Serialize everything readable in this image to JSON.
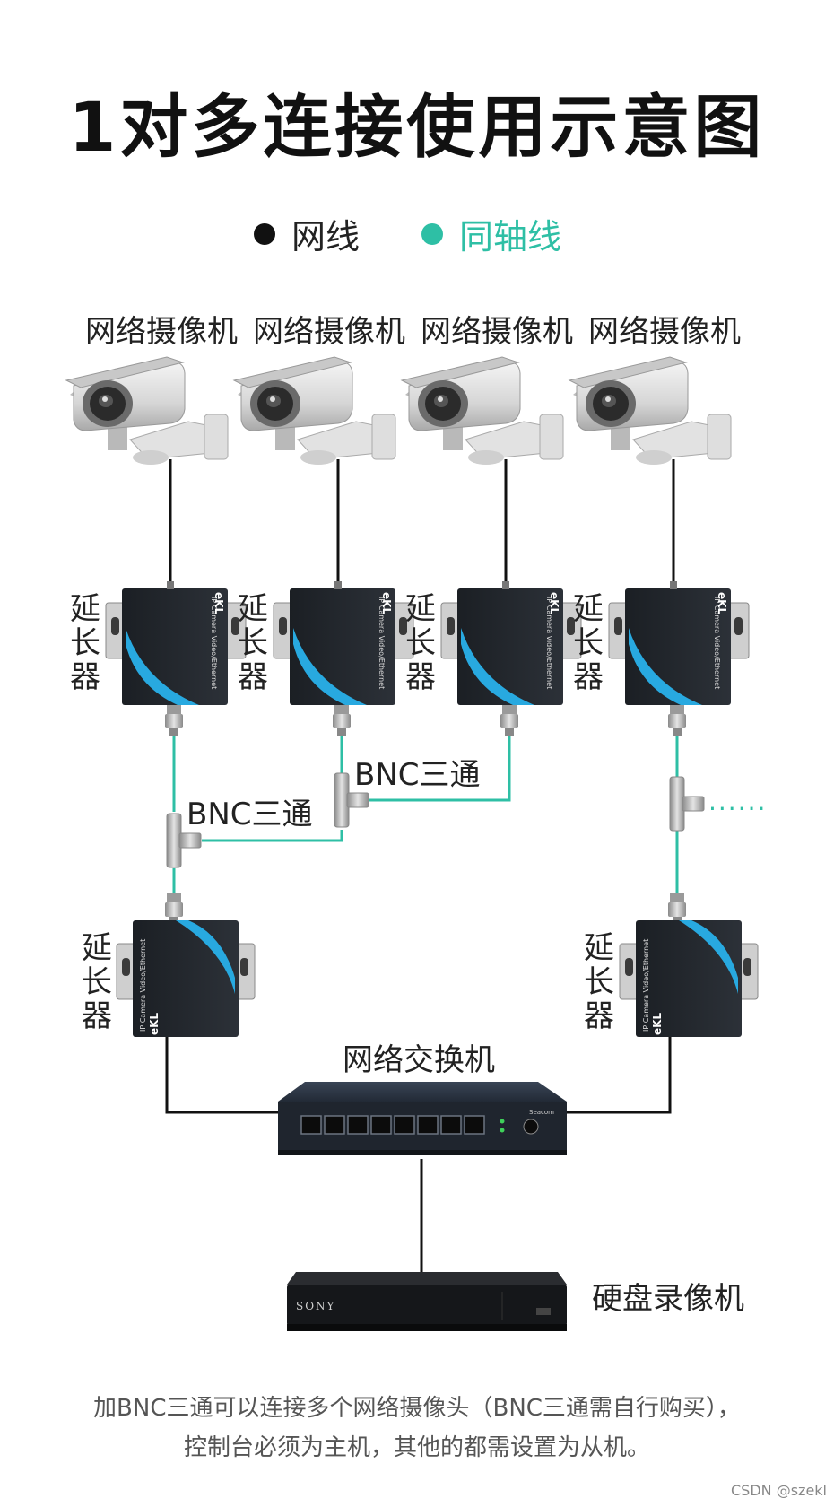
{
  "title": "1对多连接使用示意图",
  "legend": {
    "network_cable": {
      "label": "网线",
      "color": "#111111"
    },
    "coax_cable": {
      "label": "同轴线",
      "color": "#2ebfa5"
    }
  },
  "cameras": [
    "网络摄像机",
    "网络摄像机",
    "网络摄像机",
    "网络摄像机"
  ],
  "extender_label": "延\n长\n器",
  "extender_device_text": "IP Camera Video/Ethernet",
  "extender_brand": "eKL",
  "bnc_tee_labels": [
    "BNC三通",
    "BNC三通"
  ],
  "continuation": "......",
  "switch": {
    "label": "网络交换机",
    "brand": "Seacom"
  },
  "nvr": {
    "label": "硬盘录像机",
    "brand": "SONY"
  },
  "footer": [
    "加BNC三通可以连接多个网络摄像头（BNC三通需自行购买），",
    "控制台必须为主机，其他的都需设置为从机。"
  ],
  "watermark": "CSDN @szekl"
}
